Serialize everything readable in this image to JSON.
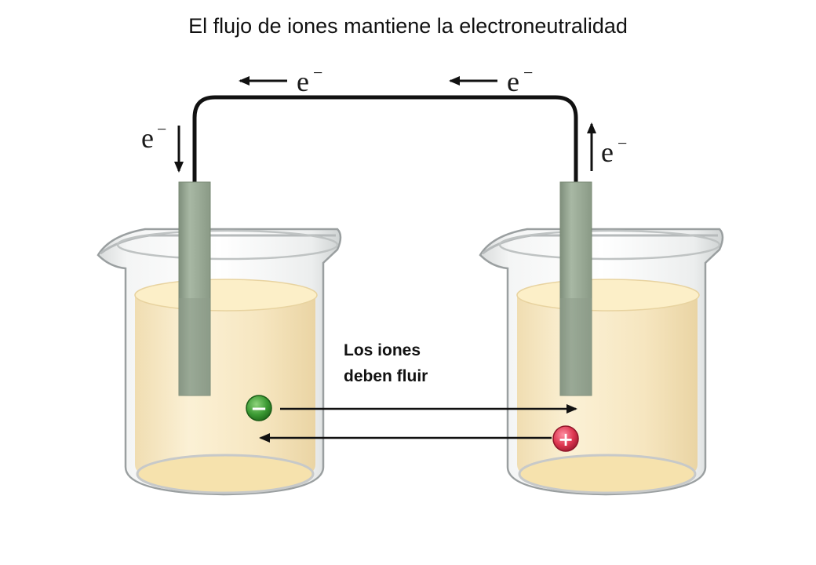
{
  "title": "El flujo de iones mantiene la electroneutralidad",
  "electron_symbol": "e",
  "electron_charge": "−",
  "ion_note": [
    "Los iones",
    "deben fluir"
  ],
  "anion_sign": "−",
  "cation_sign": "+",
  "colors": {
    "wire": "#111111",
    "electrode": "#9aaa96",
    "solution": "#f7e4b6",
    "anion": "#2f8f2a",
    "cation": "#d9314d"
  },
  "icons": [
    "arrow-left-icon",
    "arrow-down-icon",
    "arrow-up-icon",
    "anion-icon",
    "cation-icon",
    "beaker-icon",
    "electrode-icon"
  ]
}
